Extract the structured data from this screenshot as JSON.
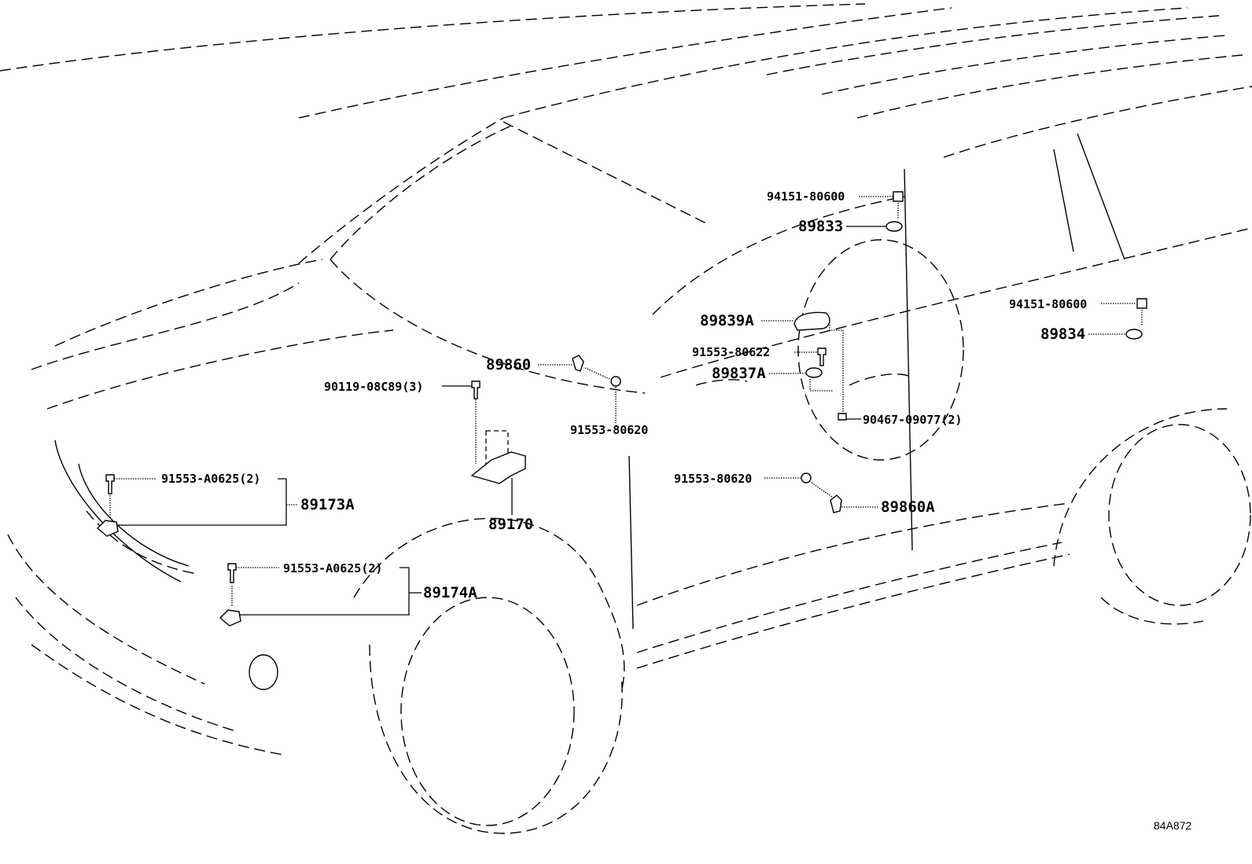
{
  "diagram": {
    "subject": "Vehicle side view with airbag sensor locations",
    "figure_code": "84A872",
    "callouts": [
      {
        "id": "c-94151-80600-a",
        "part": "94151-80600",
        "size": "small"
      },
      {
        "id": "c-89833",
        "part": "89833",
        "size": "big"
      },
      {
        "id": "c-94151-80600-b",
        "part": "94151-80600",
        "size": "small"
      },
      {
        "id": "c-89834",
        "part": "89834",
        "size": "big"
      },
      {
        "id": "c-89839A",
        "part": "89839A",
        "size": "big"
      },
      {
        "id": "c-91553-80622",
        "part": "91553-80622",
        "size": "small"
      },
      {
        "id": "c-89837A",
        "part": "89837A",
        "size": "big"
      },
      {
        "id": "c-90467-09077",
        "part": "90467-09077(2)",
        "size": "small"
      },
      {
        "id": "c-89860",
        "part": "89860",
        "size": "big"
      },
      {
        "id": "c-90119-08C89",
        "part": "90119-08C89(3)",
        "size": "small"
      },
      {
        "id": "c-91553-80620-a",
        "part": "91553-80620",
        "size": "small"
      },
      {
        "id": "c-91553-80620-b",
        "part": "91553-80620",
        "size": "small"
      },
      {
        "id": "c-89860A",
        "part": "89860A",
        "size": "big"
      },
      {
        "id": "c-89170",
        "part": "89170",
        "size": "big"
      },
      {
        "id": "c-91553-A0625-a",
        "part": "91553-A0625(2)",
        "size": "small"
      },
      {
        "id": "c-89173A",
        "part": "89173A",
        "size": "big"
      },
      {
        "id": "c-91553-A0625-b",
        "part": "91553-A0625(2)",
        "size": "small"
      },
      {
        "id": "c-89174A",
        "part": "89174A",
        "size": "big"
      }
    ]
  }
}
